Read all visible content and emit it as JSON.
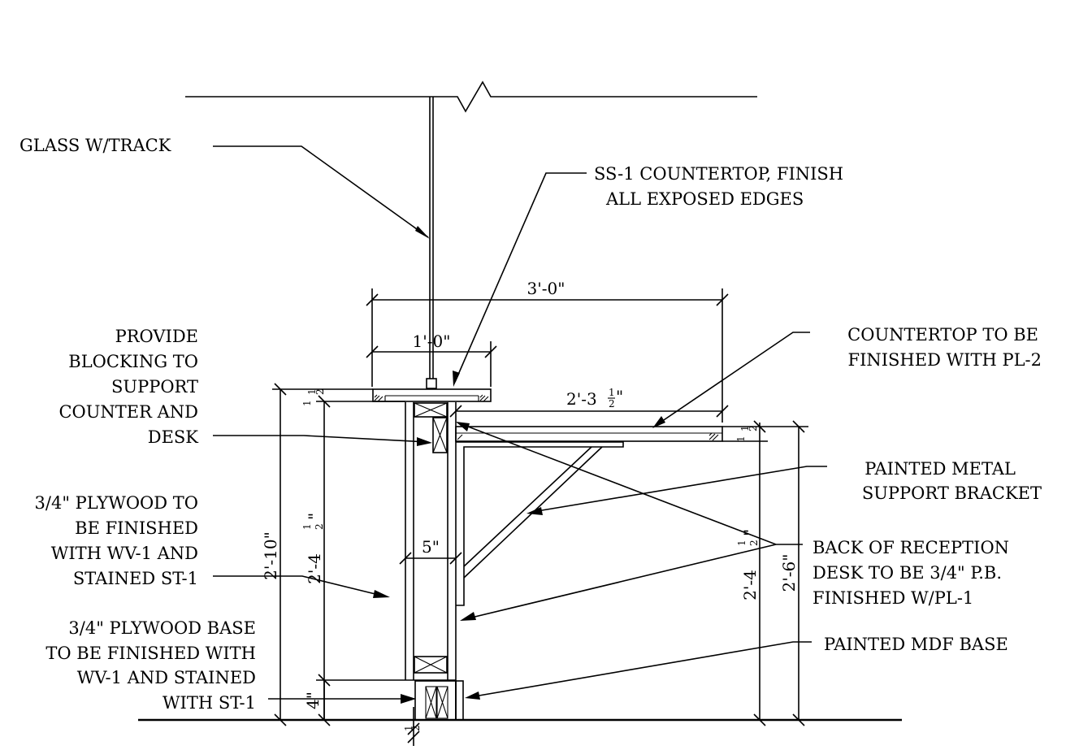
{
  "labels": {
    "glass": "GLASS W/TRACK",
    "ss1_l1": "SS-1 COUNTERTOP, FINISH",
    "ss1_l2": "ALL EXPOSED EDGES",
    "blocking_l1": "PROVIDE",
    "blocking_l2": "BLOCKING TO",
    "blocking_l3": "SUPPORT",
    "blocking_l4": "COUNTER AND",
    "blocking_l5": "DESK",
    "countertop_l1": "COUNTERTOP TO BE",
    "countertop_l2": "FINISHED WITH PL-2",
    "bracket_l1": "PAINTED METAL",
    "bracket_l2": "SUPPORT BRACKET",
    "plywood_l1": "3/4\" PLYWOOD TO",
    "plywood_l2": "BE FINISHED",
    "plywood_l3": "WITH WV-1 AND",
    "plywood_l4": "STAINED ST-1",
    "back_l1": "BACK OF RECEPTION",
    "back_l2": "DESK TO BE 3/4\" P.B.",
    "back_l3": "FINISHED W/PL-1",
    "base_l1": "3/4\" PLYWOOD BASE",
    "base_l2": "TO BE FINISHED WITH",
    "base_l3": "WV-1 AND STAINED",
    "base_l4": "WITH ST-1",
    "mdf": "PAINTED MDF BASE"
  },
  "dims": {
    "overall_width": "3'-0\"",
    "top_width": "1'-0\"",
    "desk_width_main": "2'-3",
    "desk_width_frac_num": "1",
    "desk_width_frac_den": "2",
    "desk_width_inch": "\"",
    "wall_thickness": "5\"",
    "total_height": "2'-10\"",
    "inner_height_main": "2'-4",
    "top_thk_main": "1",
    "frac_num": "1",
    "frac_den": "2",
    "inch_mark": "\"",
    "desk_height": "2'-6\"",
    "base_height": "4\""
  }
}
